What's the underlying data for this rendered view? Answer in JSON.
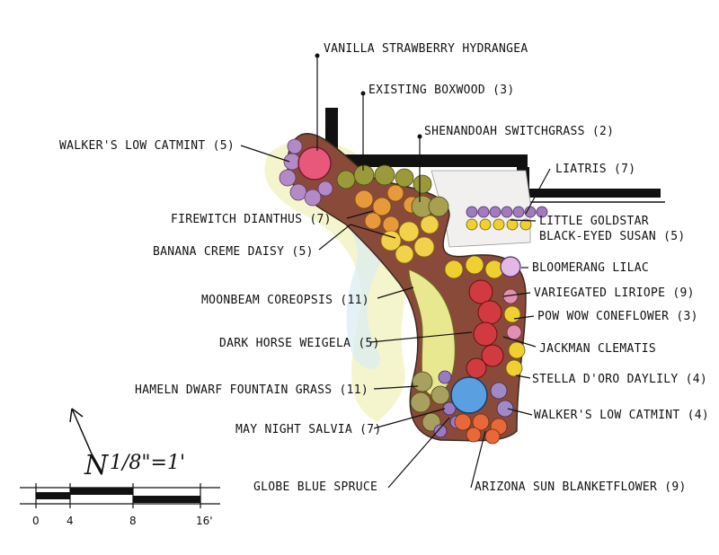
{
  "labels": {
    "vanilla_strawberry": "VANILLA STRAWBERRY HYDRANGEA",
    "boxwood": "EXISTING BOXWOOD (3)",
    "switchgrass": "SHENANDOAH SWITCHGRASS (2)",
    "liatris": "LIATRIS (7)",
    "walkers_low_1": "WALKER'S LOW CATMINT (5)",
    "firewitch": "FIREWITCH DIANTHUS (7)",
    "banana_creme": "BANANA CREME DAISY (5)",
    "little_goldstar_1": "LITTLE GOLDSTAR",
    "little_goldstar_2": "BLACK-EYED SUSAN (5)",
    "bloomerang": "BLOOMERANG LILAC",
    "moonbeam": "MOONBEAM COREOPSIS (11)",
    "liriope": "VARIEGATED LIRIOPE (9)",
    "pow_wow": "POW WOW CONEFLOWER (3)",
    "dark_horse": "DARK HORSE WEIGELA (5)",
    "jackman": "JACKMAN CLEMATIS",
    "hameln": "HAMELN DWARF FOUNTAIN GRASS (11)",
    "stella": "STELLA D'ORO DAYLILY (4)",
    "may_night": "MAY NIGHT SALVIA (7)",
    "walkers_low_2": "WALKER'S LOW CATMINT (4)",
    "globe_blue": "GLOBE BLUE SPRUCE",
    "arizona_sun": "ARIZONA SUN BLANKETFLOWER (9)"
  },
  "scale": {
    "north": "N",
    "ratio": "1/8\"=1'",
    "ticks": [
      "0",
      "4",
      "8",
      "16'"
    ]
  }
}
